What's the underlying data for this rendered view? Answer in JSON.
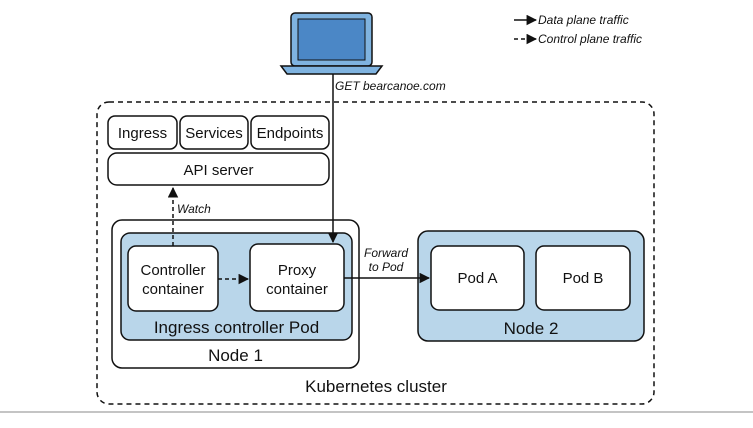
{
  "legend": {
    "data_plane": "Data plane traffic",
    "control_plane": "Control plane traffic"
  },
  "client": {
    "request": "GET bearcanoe.com"
  },
  "cluster": {
    "label": "Kubernetes cluster",
    "api": {
      "resources": [
        "Ingress",
        "Services",
        "Endpoints"
      ],
      "server": "API server"
    },
    "watch_label": "Watch",
    "node1": {
      "label": "Node 1",
      "pod_label": "Ingress controller Pod",
      "controller": [
        "Controller",
        "container"
      ],
      "proxy": [
        "Proxy",
        "container"
      ]
    },
    "forward_label": [
      "Forward",
      "to Pod"
    ],
    "node2": {
      "label": "Node 2",
      "pods": [
        "Pod A",
        "Pod B"
      ]
    }
  },
  "colors": {
    "pod_fill": "#b9d6ea",
    "laptop_screen": "#4b87c6",
    "laptop_body": "#7fb3e0",
    "stroke": "#111111"
  }
}
